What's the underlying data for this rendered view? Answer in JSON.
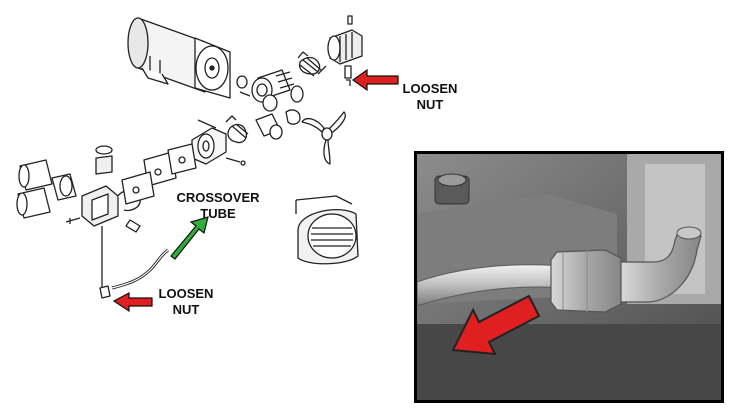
{
  "labels": {
    "loosen_top_line1": "LOOSEN",
    "loosen_top_line2": "NUT",
    "crossover_line1": "CROSSOVER",
    "crossover_line2": "TUBE",
    "loosen_bottom_line1": "LOOSEN",
    "loosen_bottom_line2": "NUT"
  },
  "colors": {
    "red_arrow": "#e02020",
    "green_arrow": "#2fae3a",
    "line_art": "#222222",
    "photo_frame": "#000000"
  },
  "icons": {
    "top_arrow": "red-arrow-icon",
    "crossover_arrow": "green-arrow-icon",
    "bottom_arrow": "red-arrow-icon",
    "photo_arrow": "red-arrow-icon"
  }
}
